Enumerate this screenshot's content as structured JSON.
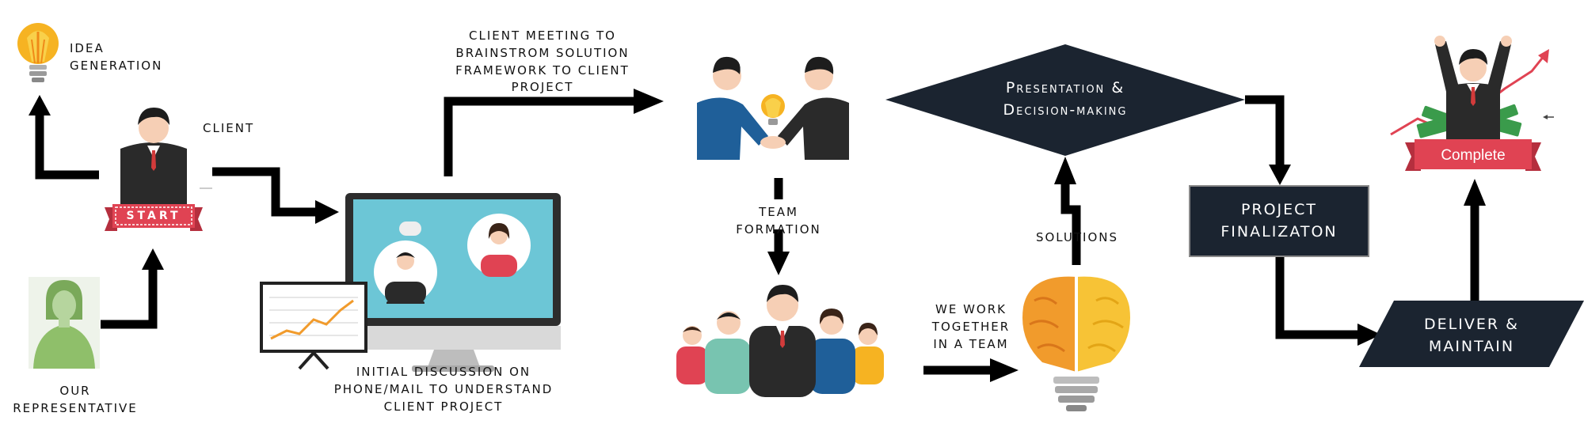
{
  "labels": {
    "idea_generation": [
      "IDEA",
      "GENERATION"
    ],
    "client": "CLIENT",
    "start": "START",
    "our_representative": [
      "OUR",
      "REPRESENTATIVE"
    ],
    "client_meeting": [
      "CLIENT MEETING TO",
      "BRAINSTROM SOLUTION",
      "FRAMEWORK TO CLIENT",
      "PROJECT"
    ],
    "initial_discussion": [
      "INITIAL DISCUSSION ON",
      "PHONE/MAIL TO UNDERSTAND",
      "CLIENT PROJECT"
    ],
    "team_formation": [
      "TEAM",
      "FORMATION"
    ],
    "we_work_together": [
      "WE WORK",
      "TOGETHER",
      "IN A TEAM"
    ],
    "solutions": "SOLUTIONS",
    "presentation": [
      "Presentation &",
      "Decision-making"
    ],
    "project_finalization": [
      "PROJECT",
      "FINALIZATON"
    ],
    "deliver_maintain": [
      "DELIVER &",
      "MAINTAIN"
    ],
    "complete": "Complete"
  },
  "colors": {
    "arrow": "#000000",
    "dark_shape": "#1b2430",
    "ribbon_red": "#e04353",
    "monitor_screen": "#6cc6d6",
    "bulb_yellow": "#f6b322",
    "brain_orange": "#f19b2c",
    "brain_yellow": "#f7c336",
    "rep_green": "#8fbf6a",
    "chart_orange": "#f19b2c"
  },
  "icons": [
    "lightbulb-icon",
    "client-person-icon",
    "representative-icon",
    "monitor-icon",
    "presentation-board-icon",
    "handshake-icon",
    "team-group-icon",
    "brain-bulb-icon",
    "celebrating-person-icon"
  ]
}
